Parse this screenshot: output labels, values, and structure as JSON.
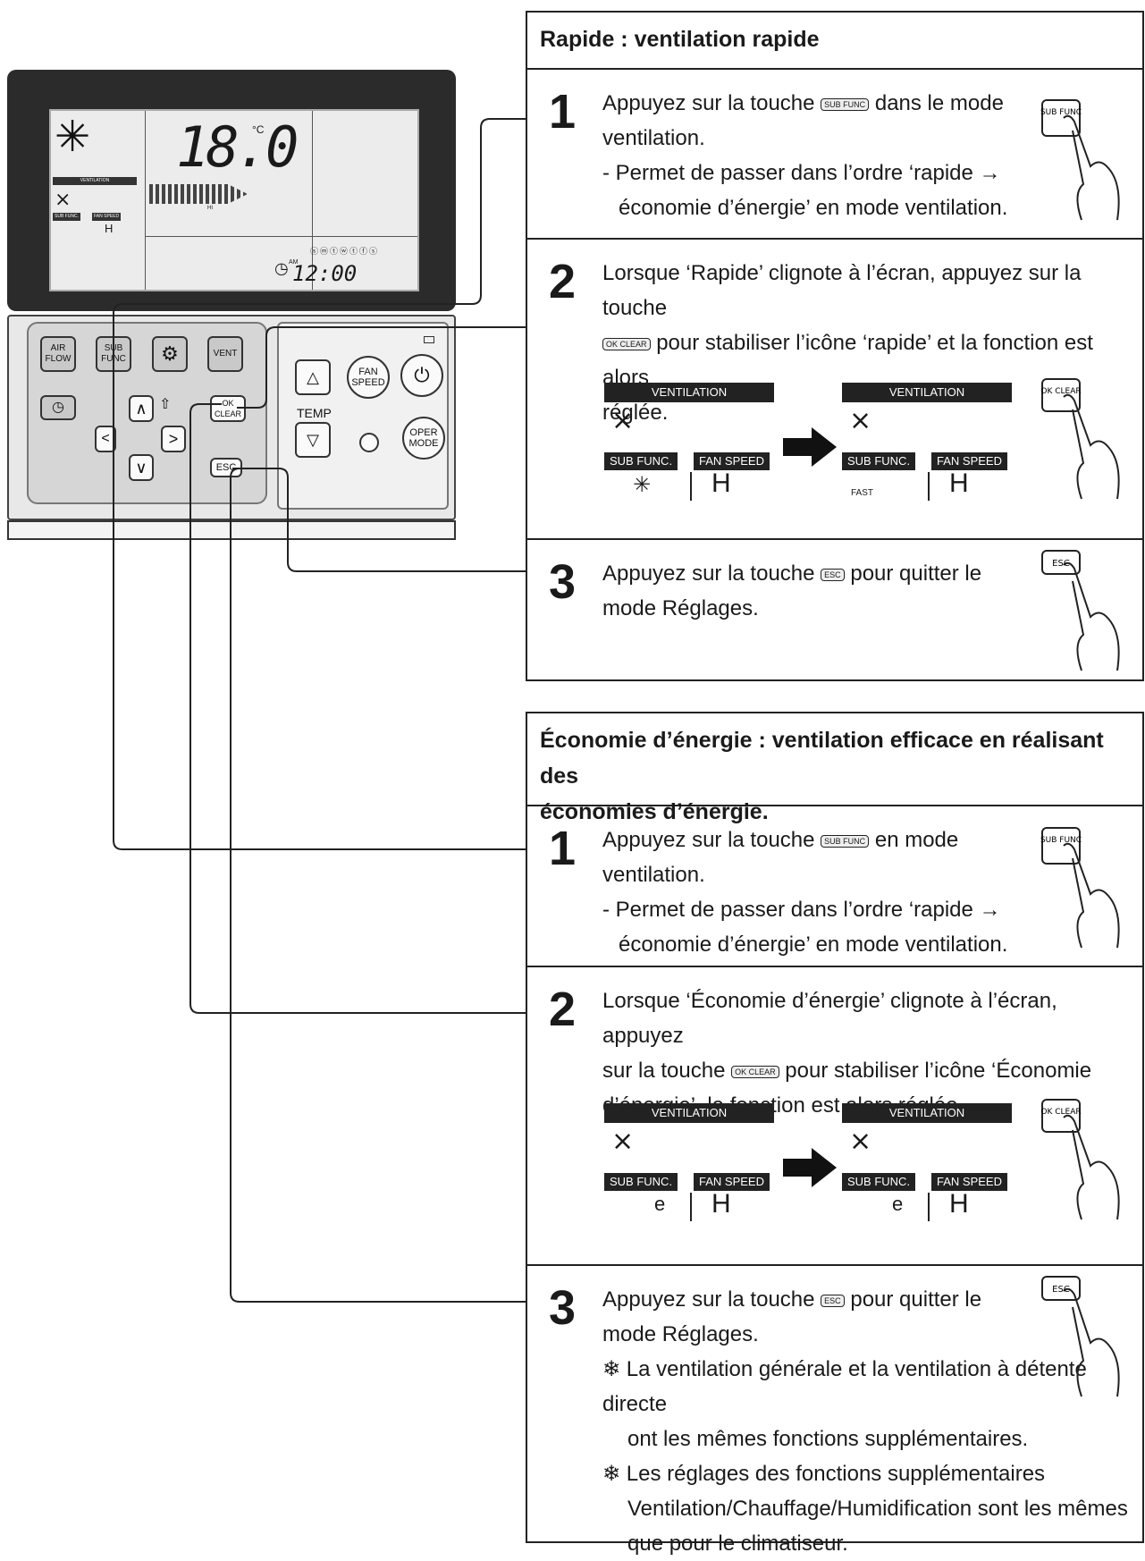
{
  "remote": {
    "lcd_temperature": "18.0",
    "lcd_unit": "°C",
    "lcd_ventilation_tag": "VENTILATION",
    "lcd_sub_func_tag": "SUB FUNC.",
    "lcd_fan_speed_tag": "FAN SPEED",
    "lcd_fan_speed_value": "H",
    "lcd_hi_label": "HI",
    "lcd_am": "AM",
    "lcd_clock": "12:00",
    "keys": {
      "air_flow": "AIR FLOW",
      "sub_func": "SUB FUNC",
      "vent": "VENT",
      "ok_clear": "OK CLEAR",
      "esc": "ESC",
      "fan_speed": "FAN SPEED",
      "temp": "TEMP",
      "oper_mode": "OPER MODE"
    }
  },
  "rapide": {
    "header": "Rapide : ventilation rapide",
    "step1": {
      "num": "1",
      "line1a": "Appuyez sur la touche",
      "line1b": "dans le mode",
      "line2": "ventilation.",
      "note1": "- Permet de passer dans l’ordre ‘rapide →",
      "note2": "économie d’énergie’ en mode ventilation."
    },
    "step2": {
      "num": "2",
      "line1": "Lorsque ‘Rapide’ clignote à l’écran, appuyez sur la touche",
      "line2b": "pour stabiliser l’icône ‘rapide’ et la fonction est alors",
      "line3": "réglée."
    },
    "step3": {
      "num": "3",
      "line1a": "Appuyez sur la touche",
      "line1b": "pour quitter le",
      "line2": "mode Réglages."
    }
  },
  "economie": {
    "header1": "Économie d’énergie : ventilation efficace en réalisant des",
    "header2": "économies d’énergie.",
    "step1": {
      "num": "1",
      "line1a": "Appuyez sur la touche",
      "line1b": "en mode",
      "line2": "ventilation.",
      "note1": "- Permet de passer dans l’ordre ‘rapide →",
      "note2": "économie d’énergie’ en mode ventilation."
    },
    "step2": {
      "num": "2",
      "line1": "Lorsque ‘Économie d’énergie’ clignote à l’écran, appuyez",
      "line2a": "sur la touche",
      "line2b": "pour stabiliser l’icône ‘Économie",
      "line3": "d’énergie’, la fonction est alors réglée."
    },
    "step3": {
      "num": "3",
      "line1a": "Appuyez sur la touche",
      "line1b": "pour quitter le",
      "line2": "mode Réglages.",
      "note1a": "❄ La ventilation générale et la ventilation à détente directe",
      "note1b": "ont les mêmes fonctions supplémentaires.",
      "note2a": "❄ Les réglages des fonctions supplémentaires",
      "note2b": "Ventilation/Chauffage/Humidification sont les mêmes",
      "note2c": "que pour le climatiseur."
    }
  },
  "display": {
    "ventilation": "VENTILATION",
    "sub_func": "SUB FUNC.",
    "fan_speed": "FAN SPEED",
    "h": "H",
    "fast": "FAST",
    "eco_icon": "e"
  },
  "hand_keys": {
    "sub_func": "SUB FUNC",
    "ok_clear": "OK CLEAR",
    "esc": "ESC"
  },
  "mini_keys": {
    "sub": "SUB FUNC",
    "ok": "OK CLEAR",
    "esc": "ESC"
  }
}
